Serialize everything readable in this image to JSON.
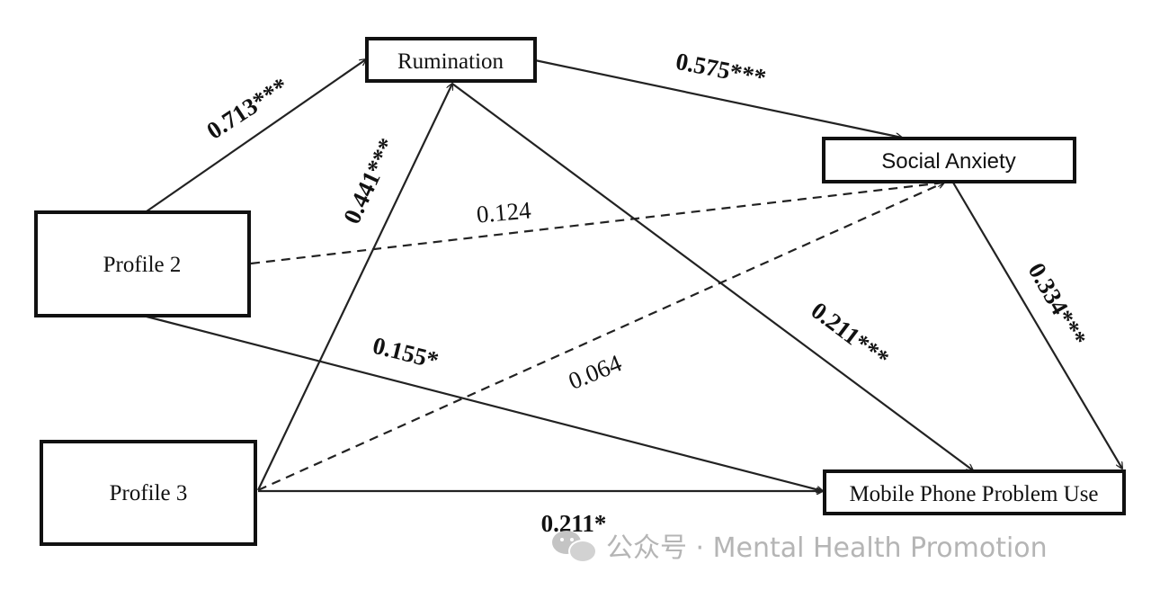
{
  "nodes": {
    "rumination": "Rumination",
    "social_anxiety": "Social Anxiety",
    "profile2": "Profile 2",
    "profile3": "Profile 3",
    "mppu": "Mobile Phone Problem Use"
  },
  "paths": {
    "p2_rumination": "0.713***",
    "p3_rumination": "0.441***",
    "rumination_social": "0.575***",
    "p2_social": "0.124",
    "p3_social": "0.064",
    "p2_mppu": "0.155*",
    "rumination_mppu": "0.211***",
    "social_mppu": "0.334***",
    "p3_mppu": "0.211*"
  },
  "watermark": {
    "text": "公众号 · Mental Health Promotion",
    "icon": "wechat-icon"
  }
}
